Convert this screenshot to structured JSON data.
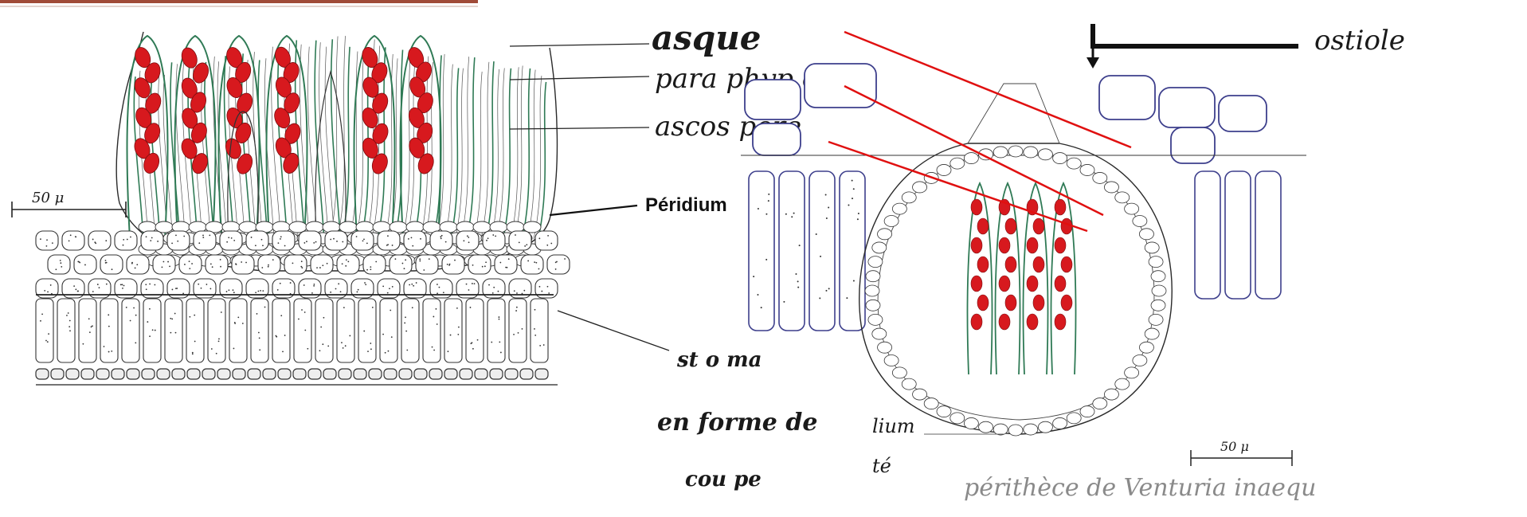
{
  "colors": {
    "spore": "#d7191e",
    "hypha": "#2f7a55",
    "tissue_outline": "#333333",
    "plant_cell_blue": "#3d3f8c",
    "pointer_line": "#e01010",
    "banner": "#a04b38"
  },
  "left_figure": {
    "labels": {
      "asque": "asque",
      "paraphyse": "para phyp e",
      "ascospore": "ascos pore",
      "peridium": "Péridium",
      "scale": "50 μ",
      "stroma_line1": "st o ma",
      "stroma_line2": "en forme de",
      "stroma_line3": "cou pe"
    }
  },
  "right_figure": {
    "labels": {
      "ostiole": "ostiole",
      "scale": "50 μ",
      "partial_1": "lium",
      "partial_2": "té",
      "caption": "périthèce de Venturia inaequ"
    }
  }
}
